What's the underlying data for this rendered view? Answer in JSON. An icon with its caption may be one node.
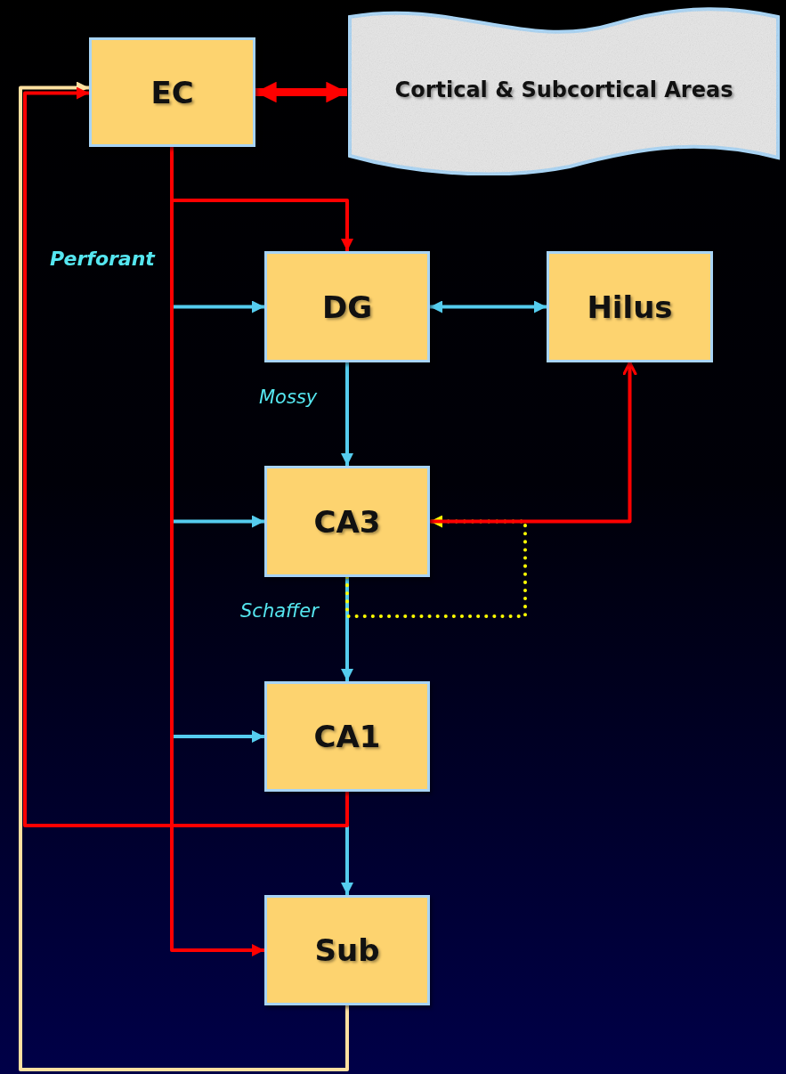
{
  "diagram": {
    "nodes": [
      {
        "text": [
          "EC"
        ]
      },
      {
        "text": [
          "Cortical & Subcortical Areas"
        ]
      },
      {
        "text": [
          "DG"
        ]
      },
      {
        "text": [
          "Hilus"
        ]
      },
      {
        "text": [
          "CA3"
        ]
      },
      {
        "text": [
          "CA1"
        ]
      },
      {
        "text": [
          "Sub"
        ]
      }
    ],
    "edges": [
      {
        "from": 0,
        "to": 1,
        "arrow": "both",
        "style": "thick",
        "color": "#ff0000"
      },
      {
        "from": 0,
        "to": 2,
        "arrow": "to",
        "color": "#ff0000"
      },
      {
        "from": 0,
        "to": 2,
        "arrow": "to",
        "label": "Perforant"
      },
      {
        "from": 0,
        "to": 4,
        "arrow": "to"
      },
      {
        "from": 0,
        "to": 5,
        "arrow": "to"
      },
      {
        "from": 0,
        "to": 6,
        "arrow": "to",
        "color": "#ff0000"
      },
      {
        "from": 2,
        "to": 3,
        "arrow": "both"
      },
      {
        "from": 2,
        "to": 4,
        "arrow": "to",
        "label": "Mossy"
      },
      {
        "from": 4,
        "to": 3,
        "arrow": "to",
        "color": "#ff0000"
      },
      {
        "from": 4,
        "to": 5,
        "arrow": "to",
        "label": "Schaffer"
      },
      {
        "from": 4,
        "to": 4,
        "arrow": "to",
        "style": "dashed",
        "color": "#ffff00"
      },
      {
        "from": 5,
        "to": 0,
        "arrow": "to",
        "color": "#ff0000"
      },
      {
        "from": 5,
        "to": 6,
        "arrow": "to"
      },
      {
        "from": 6,
        "to": 0,
        "arrow": "to",
        "color": "#ffe0a0"
      }
    ]
  }
}
